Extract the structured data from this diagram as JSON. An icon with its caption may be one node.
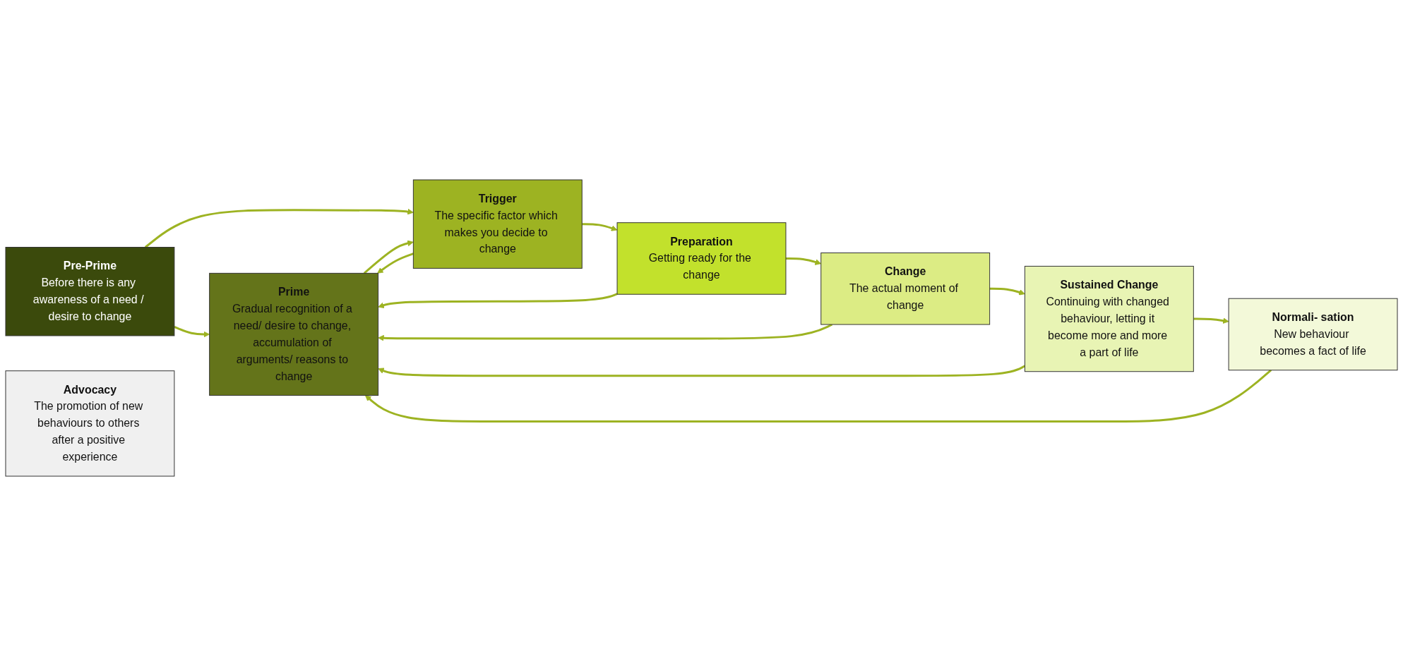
{
  "diagram": {
    "nodes": [
      {
        "text": [
          "Pre-Prime",
          "Before there is any awareness of a need / desire to change"
        ]
      },
      {
        "text": [
          "Prime",
          "Gradual recognition of a need/ desire to change, accumulation of arguments/ reasons to change"
        ]
      },
      {
        "text": [
          "Trigger",
          "The specific factor which makes you decide to change"
        ]
      },
      {
        "text": [
          "Preparation",
          "Getting ready for the change"
        ]
      },
      {
        "text": [
          "Change",
          "The actual moment of change"
        ]
      },
      {
        "text": [
          "Sustained Change",
          "Continuing with changed behaviour, letting it become more and more a part of life"
        ]
      },
      {
        "text": [
          "Normali- sation",
          "New behaviour becomes a fact of life"
        ]
      },
      {
        "text": [
          "Advocacy",
          "The promotion of new behaviours to others after a positive experience"
        ]
      }
    ],
    "edges": [
      {
        "from": 0,
        "to": 1,
        "arrow": "to"
      },
      {
        "from": 0,
        "to": 2,
        "arrow": "to"
      },
      {
        "from": 1,
        "to": 2,
        "arrow": "to"
      },
      {
        "from": 2,
        "to": 3,
        "arrow": "to"
      },
      {
        "from": 3,
        "to": 4,
        "arrow": "to"
      },
      {
        "from": 4,
        "to": 5,
        "arrow": "to"
      },
      {
        "from": 5,
        "to": 6,
        "arrow": "to"
      },
      {
        "from": 2,
        "to": 1,
        "arrow": "to"
      },
      {
        "from": 3,
        "to": 1,
        "arrow": "to"
      },
      {
        "from": 4,
        "to": 1,
        "arrow": "to"
      },
      {
        "from": 5,
        "to": 1,
        "arrow": "to"
      },
      {
        "from": 6,
        "to": 1,
        "arrow": "to"
      }
    ]
  }
}
